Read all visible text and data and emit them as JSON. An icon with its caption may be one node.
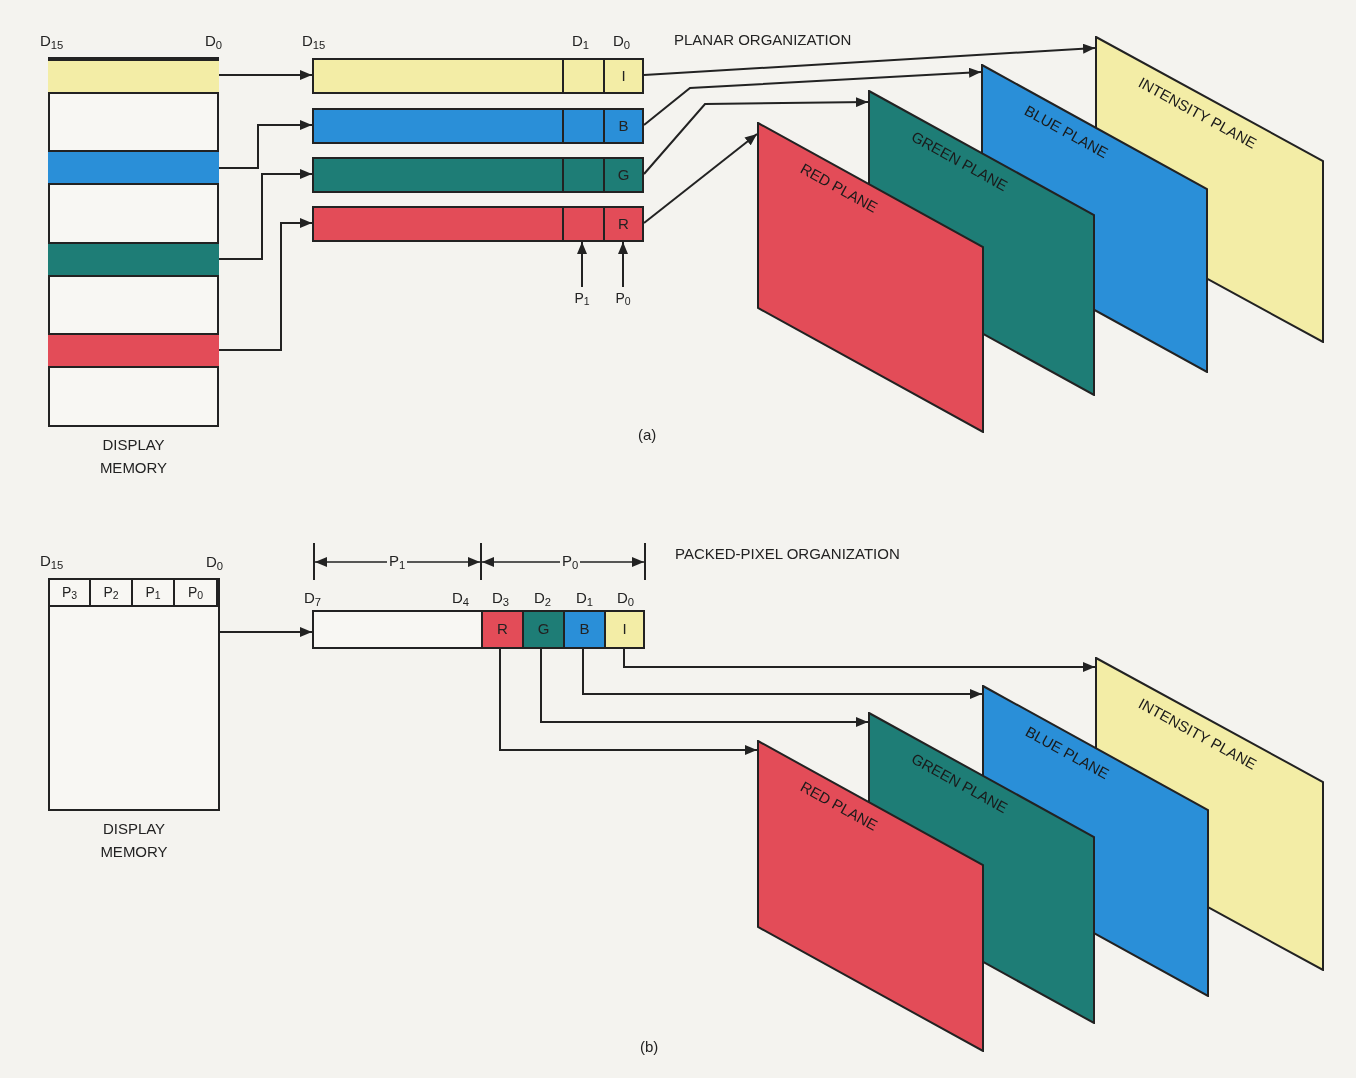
{
  "diagram": {
    "nodes": [
      {
        "text": [
          "DISPLAY MEMORY"
        ]
      },
      {
        "text": [],
        "shape": "bar",
        "in": 0
      },
      {
        "text": [],
        "shape": "bar",
        "in": 0
      },
      {
        "text": [],
        "shape": "bar",
        "in": 0
      },
      {
        "text": [],
        "shape": "bar",
        "in": 0
      },
      {
        "text": [
          "I"
        ]
      },
      {
        "text": [
          "B"
        ]
      },
      {
        "text": [
          "G"
        ]
      },
      {
        "text": [
          "R"
        ]
      },
      {
        "text": [
          "P$_{1}$"
        ]
      },
      {
        "text": [
          "P$_{0}$"
        ]
      },
      {
        "text": [
          "RED PLANE"
        ]
      },
      {
        "text": [
          "GREEN PLANE"
        ]
      },
      {
        "text": [
          "BLUE PLANE"
        ]
      },
      {
        "text": [
          "INTENSITY PLANE"
        ]
      },
      {
        "text": [
          "DISPLAY MEMORY"
        ]
      },
      {
        "text": [
          "P$_{3}$"
        ],
        "in": 15
      },
      {
        "text": [
          "P$_{2}$"
        ],
        "in": 15
      },
      {
        "text": [
          "P$_{1}$"
        ],
        "in": 15
      },
      {
        "text": [
          "P$_{0}$"
        ],
        "in": 15
      },
      {
        "text": [],
        "shape": "box"
      },
      {
        "text": [
          "R"
        ],
        "in": 20
      },
      {
        "text": [
          "G"
        ],
        "in": 20
      },
      {
        "text": [
          "B"
        ],
        "in": 20
      },
      {
        "text": [
          "I"
        ],
        "in": 20
      },
      {
        "text": [
          "RED PLANE"
        ]
      },
      {
        "text": [
          "GREEN PLANE"
        ]
      },
      {
        "text": [
          "BLUE PLANE"
        ]
      },
      {
        "text": [
          "INTENSITY PLANE"
        ]
      }
    ],
    "edges": [
      {
        "from": 1,
        "to": 5,
        "arrow": "to"
      },
      {
        "from": 2,
        "to": 6,
        "arrow": "to"
      },
      {
        "from": 3,
        "to": 7,
        "arrow": "to"
      },
      {
        "from": 4,
        "to": 8,
        "arrow": "to"
      },
      {
        "from": 5,
        "to": 14,
        "arrow": "to"
      },
      {
        "from": 6,
        "to": 13,
        "arrow": "to"
      },
      {
        "from": 7,
        "to": 12,
        "arrow": "to"
      },
      {
        "from": 8,
        "to": 11,
        "arrow": "to"
      },
      {
        "from": 9,
        "to": 8,
        "arrow": "to"
      },
      {
        "from": 10,
        "to": 8,
        "arrow": "to"
      },
      {
        "from": 18,
        "to": 20,
        "arrow": "to"
      },
      {
        "from": 24,
        "to": 28,
        "arrow": "to"
      },
      {
        "from": 23,
        "to": 27,
        "arrow": "to"
      },
      {
        "from": 22,
        "to": 26,
        "arrow": "to"
      },
      {
        "from": 21,
        "to": 25,
        "arrow": "to"
      }
    ],
    "labels": [
      "D$_{15}$",
      "D$_{0}$",
      "D$_{15}$",
      "D$_{1}$",
      "D$_{0}$",
      "PLANAR ORGANIZATION",
      "(a)",
      "D$_{15}$",
      "D$_{0}$",
      "P$_{1}$",
      "P$_{0}$",
      "D$_{7}$",
      "D$_{4}$",
      "D$_{3}$",
      "D$_{2}$",
      "D$_{1}$",
      "D$_{0}$",
      "PACKED-PIXEL ORGANIZATION",
      "(b)"
    ]
  }
}
